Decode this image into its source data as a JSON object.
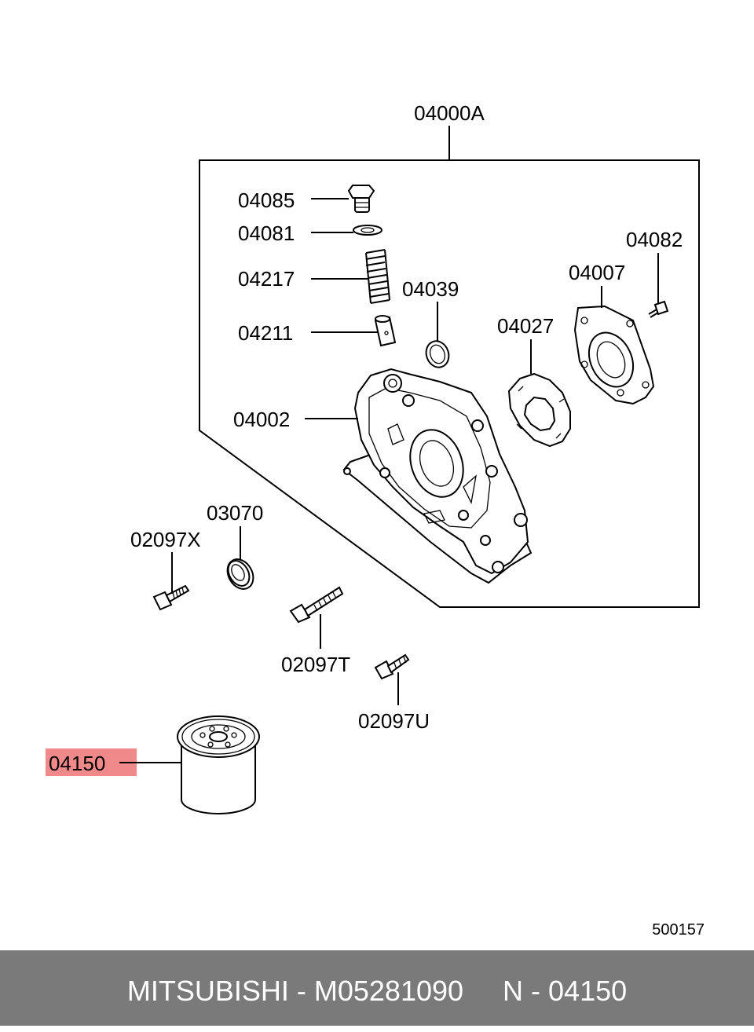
{
  "diagram": {
    "assembly_label": "04000A",
    "parts": [
      {
        "code": "04085"
      },
      {
        "code": "04081"
      },
      {
        "code": "04217"
      },
      {
        "code": "04211"
      },
      {
        "code": "04039"
      },
      {
        "code": "04082"
      },
      {
        "code": "04007"
      },
      {
        "code": "04027"
      },
      {
        "code": "04002"
      },
      {
        "code": "03070"
      },
      {
        "code": "02097X"
      },
      {
        "code": "02097T"
      },
      {
        "code": "02097U"
      },
      {
        "code": "04150",
        "highlighted": true
      }
    ],
    "highlight_color": "#f08a8a",
    "drawing_number": "500157"
  },
  "footer": {
    "text": "MITSUBISHI - M05281090     N - 04150",
    "background": "#7a7a7a"
  }
}
